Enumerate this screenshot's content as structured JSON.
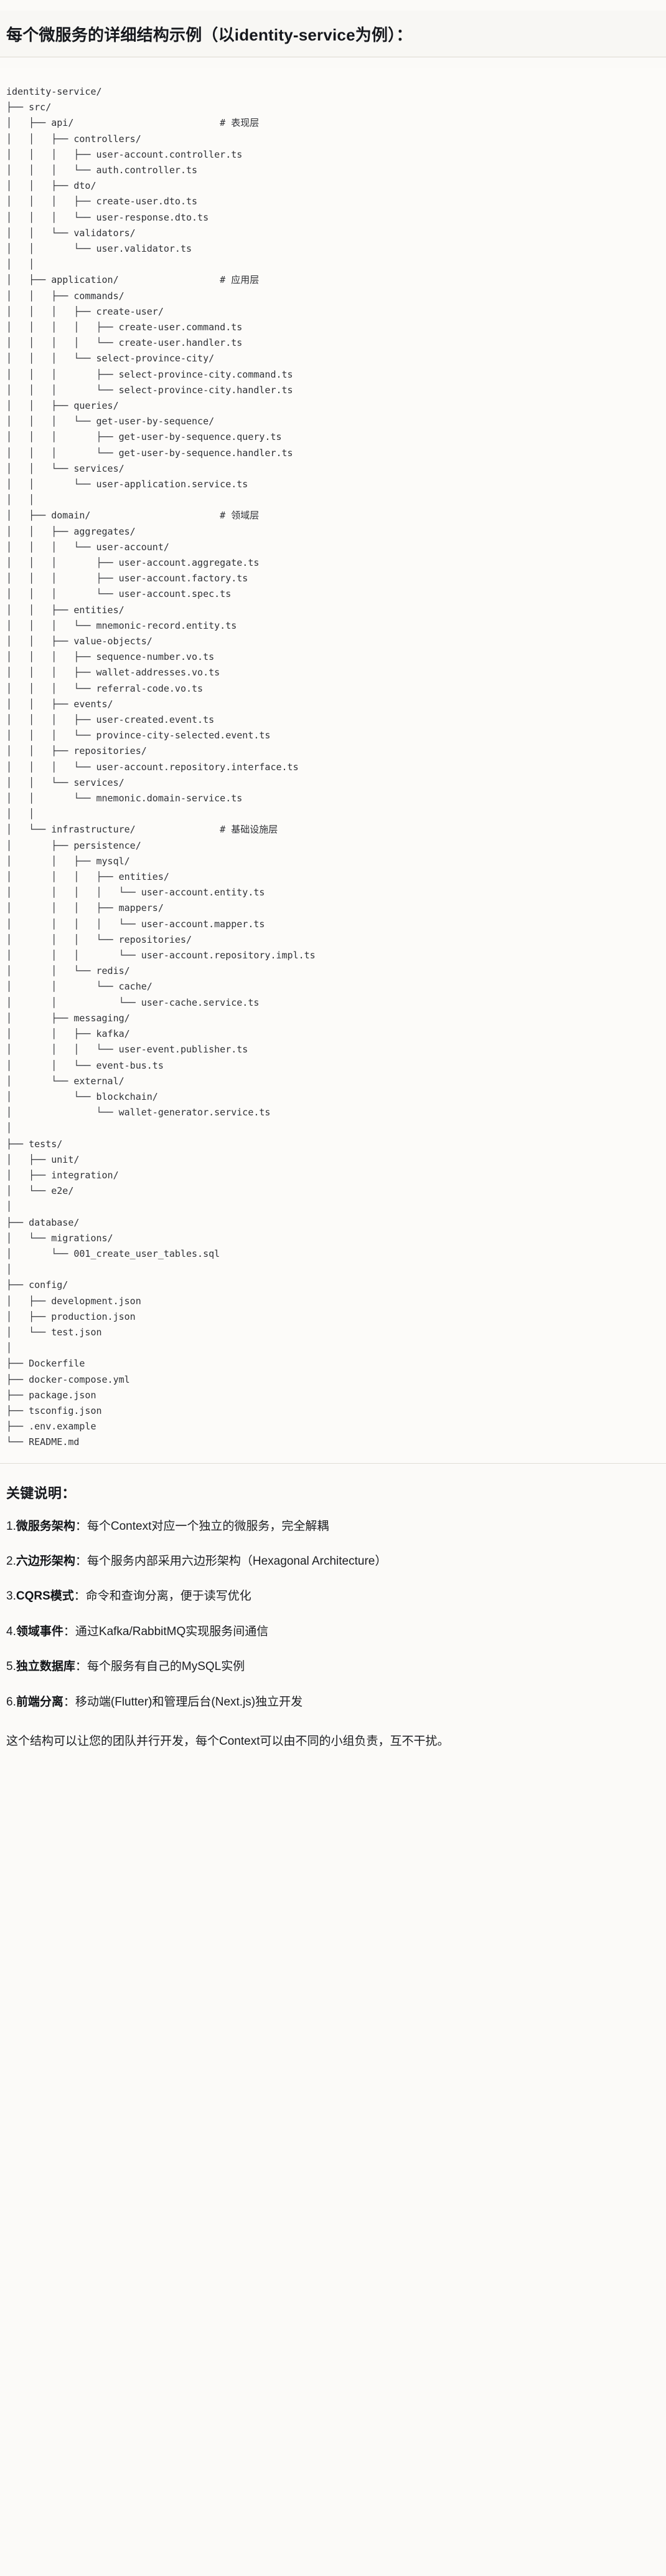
{
  "heading": "每个微服务的详细结构示例（以identity-service为例）：",
  "code_block": {
    "language": "text",
    "tree_text": "identity-service/\n├── src/\n│   ├── api/                          # 表现层\n│   │   ├── controllers/\n│   │   │   ├── user-account.controller.ts\n│   │   │   └── auth.controller.ts\n│   │   ├── dto/\n│   │   │   ├── create-user.dto.ts\n│   │   │   └── user-response.dto.ts\n│   │   └── validators/\n│   │       └── user.validator.ts\n│   │\n│   ├── application/                  # 应用层\n│   │   ├── commands/\n│   │   │   ├── create-user/\n│   │   │   │   ├── create-user.command.ts\n│   │   │   │   └── create-user.handler.ts\n│   │   │   └── select-province-city/\n│   │   │       ├── select-province-city.command.ts\n│   │   │       └── select-province-city.handler.ts\n│   │   ├── queries/\n│   │   │   └── get-user-by-sequence/\n│   │   │       ├── get-user-by-sequence.query.ts\n│   │   │       └── get-user-by-sequence.handler.ts\n│   │   └── services/\n│   │       └── user-application.service.ts\n│   │\n│   ├── domain/                       # 领域层\n│   │   ├── aggregates/\n│   │   │   └── user-account/\n│   │   │       ├── user-account.aggregate.ts\n│   │   │       ├── user-account.factory.ts\n│   │   │       └── user-account.spec.ts\n│   │   ├── entities/\n│   │   │   └── mnemonic-record.entity.ts\n│   │   ├── value-objects/\n│   │   │   ├── sequence-number.vo.ts\n│   │   │   ├── wallet-addresses.vo.ts\n│   │   │   └── referral-code.vo.ts\n│   │   ├── events/\n│   │   │   ├── user-created.event.ts\n│   │   │   └── province-city-selected.event.ts\n│   │   ├── repositories/\n│   │   │   └── user-account.repository.interface.ts\n│   │   └── services/\n│   │       └── mnemonic.domain-service.ts\n│   │\n│   └── infrastructure/               # 基础设施层\n│       ├── persistence/\n│       │   ├── mysql/\n│       │   │   ├── entities/\n│       │   │   │   └── user-account.entity.ts\n│       │   │   ├── mappers/\n│       │   │   │   └── user-account.mapper.ts\n│       │   │   └── repositories/\n│       │   │       └── user-account.repository.impl.ts\n│       │   └── redis/\n│       │       └── cache/\n│       │           └── user-cache.service.ts\n│       ├── messaging/\n│       │   ├── kafka/\n│       │   │   └── user-event.publisher.ts\n│       │   └── event-bus.ts\n│       └── external/\n│           └── blockchain/\n│               └── wallet-generator.service.ts\n│\n├── tests/\n│   ├── unit/\n│   ├── integration/\n│   └── e2e/\n│\n├── database/\n│   └── migrations/\n│       └── 001_create_user_tables.sql\n│\n├── config/\n│   ├── development.json\n│   ├── production.json\n│   └── test.json\n│\n├── Dockerfile\n├── docker-compose.yml\n├── package.json\n├── tsconfig.json\n├── .env.example\n└── README.md",
    "layer_comments": [
      {
        "path": "src/api/",
        "comment": "# 表现层"
      },
      {
        "path": "src/application/",
        "comment": "# 应用层"
      },
      {
        "path": "src/domain/",
        "comment": "# 领域层"
      },
      {
        "path": "src/infrastructure/",
        "comment": "# 基础设施层"
      }
    ]
  },
  "notes": {
    "title": "关键说明：",
    "items": [
      {
        "num": "1.",
        "term": "微服务架构",
        "sep": "：",
        "body": "每个Context对应一个独立的微服务，完全解耦"
      },
      {
        "num": "2.",
        "term": "六边形架构",
        "sep": "：",
        "body": "每个服务内部采用六边形架构（Hexagonal Architecture）"
      },
      {
        "num": "3.",
        "term": "CQRS模式",
        "sep": "：",
        "body": "命令和查询分离，便于读写优化"
      },
      {
        "num": "4.",
        "term": "领域事件",
        "sep": "：",
        "body": "通过Kafka/RabbitMQ实现服务间通信"
      },
      {
        "num": "5.",
        "term": "独立数据库",
        "sep": "：",
        "body": "每个服务有自己的MySQL实例"
      },
      {
        "num": "6.",
        "term": "前端分离",
        "sep": "：",
        "body": "移动端(Flutter)和管理后台(Next.js)独立开发"
      }
    ],
    "closing": "这个结构可以让您的团队并行开发，每个Context可以由不同的小组负责，互不干扰。"
  },
  "colors": {
    "page_bg": "#fbfaf8",
    "heading_bg": "#f8f7f4",
    "code_bg": "#fcfbf9",
    "text": "#1a1a1a",
    "code_text": "#2f3136",
    "divider": "#ddd9d2"
  }
}
